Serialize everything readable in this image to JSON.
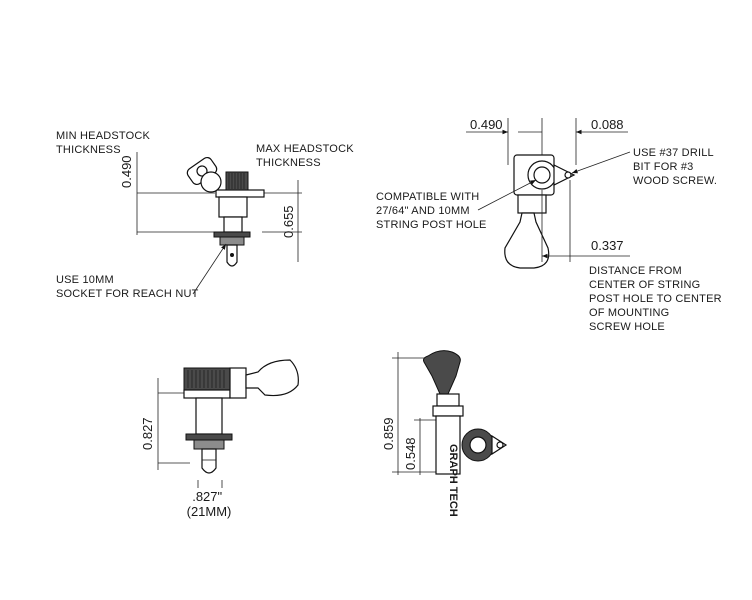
{
  "colors": {
    "ink": "#111111",
    "body_fill": "#ffffff",
    "knob_fill": "#4a4a4a"
  },
  "view1": {
    "min_headstock_label": [
      "MIN HEADSTOCK",
      "THICKNESS"
    ],
    "max_headstock_label": [
      "MAX HEADSTOCK",
      "THICKNESS"
    ],
    "dim_min": "0.490",
    "dim_max": "0.655",
    "socket_label": [
      "USE 10MM",
      "SOCKET FOR REACH NUT"
    ]
  },
  "view2": {
    "dim_left": "0.490",
    "dim_right": "0.088",
    "drill_label": [
      "USE #37 DRILL",
      "BIT FOR #3",
      "WOOD SCREW."
    ],
    "compat_label": [
      "COMPATIBLE WITH",
      "27/64\" AND 10MM",
      "STRING POST HOLE"
    ],
    "dim_distance": "0.337",
    "distance_label": [
      "DISTANCE FROM",
      "CENTER OF STRING",
      "POST HOLE TO CENTER",
      "OF MOUNTING",
      "SCREW HOLE"
    ]
  },
  "view3": {
    "dim_height": "0.827",
    "width_label": [
      ".827\"",
      "(21MM)"
    ]
  },
  "view4": {
    "dim_outer": "0.859",
    "dim_inner": "0.548",
    "brand": "GRAPH TECH"
  }
}
